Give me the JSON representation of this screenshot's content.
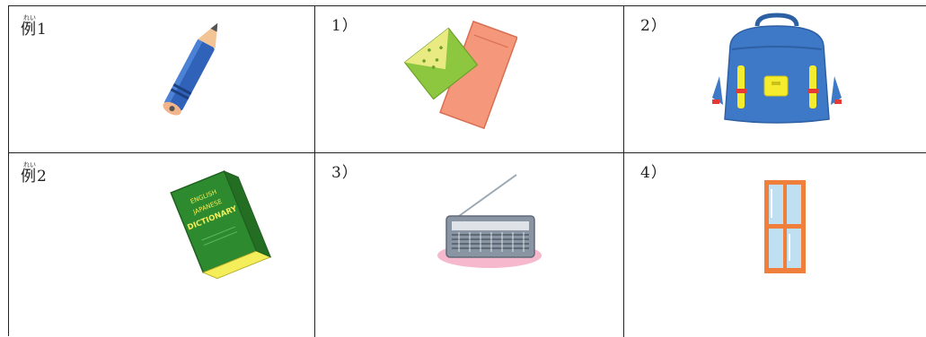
{
  "cells": [
    {
      "label": "例1",
      "ruby": "れい",
      "icon": "pencil-icon"
    },
    {
      "label": "1）",
      "ruby": "",
      "icon": "envelopes-icon"
    },
    {
      "label": "2）",
      "ruby": "",
      "icon": "backpack-icon"
    },
    {
      "label": "例2",
      "ruby": "れい",
      "icon": "dictionary-icon"
    },
    {
      "label": "3）",
      "ruby": "",
      "icon": "radio-icon"
    },
    {
      "label": "4）",
      "ruby": "",
      "icon": "window-icon"
    }
  ],
  "dictionary": {
    "line1": "ENGLISH",
    "line2": "JAPANESE",
    "line3": "DICTIONARY"
  },
  "colors": {
    "pencil_blue": "#2f62b8",
    "envelope_green": "#8dc63f",
    "envelope_salmon": "#f4977a",
    "backpack_blue": "#3e79c8",
    "book_green": "#2e8a2e",
    "radio_gray": "#8a95a3",
    "window_orange": "#f07f3c"
  }
}
